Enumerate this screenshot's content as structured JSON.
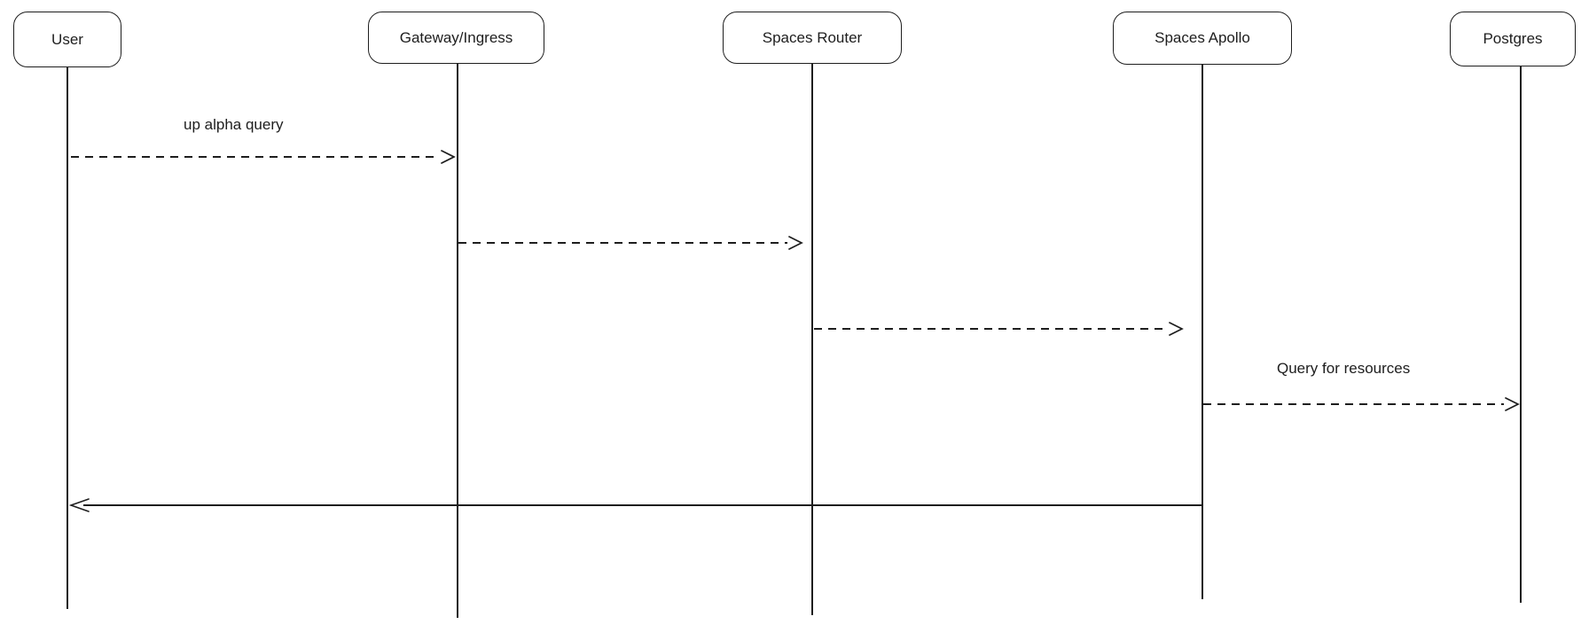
{
  "diagram": {
    "type": "sequence-diagram",
    "background_color": "#ffffff",
    "stroke_color": "#1e1e1e",
    "text_color": "#1e1e1e",
    "actors": [
      {
        "id": "user",
        "label": "User"
      },
      {
        "id": "gateway-ingress",
        "label": "Gateway/Ingress"
      },
      {
        "id": "spaces-router",
        "label": "Spaces Router"
      },
      {
        "id": "spaces-apollo",
        "label": "Spaces Apollo"
      },
      {
        "id": "postgres",
        "label": "Postgres"
      }
    ],
    "messages": [
      {
        "index": 1,
        "from": "User",
        "to": "Gateway/Ingress",
        "label": "up alpha query",
        "line_style": "dashed",
        "direction": "right"
      },
      {
        "index": 2,
        "from": "Gateway/Ingress",
        "to": "Spaces Router",
        "label": "",
        "line_style": "dashed",
        "direction": "right"
      },
      {
        "index": 3,
        "from": "Spaces Router",
        "to": "Spaces Apollo",
        "label": "",
        "line_style": "dashed",
        "direction": "right"
      },
      {
        "index": 4,
        "from": "Spaces Apollo",
        "to": "Postgres",
        "label": "Query for resources",
        "line_style": "dashed",
        "direction": "right"
      },
      {
        "index": 5,
        "from": "Spaces Apollo",
        "to": "User",
        "label": "",
        "line_style": "solid",
        "direction": "left"
      }
    ]
  }
}
